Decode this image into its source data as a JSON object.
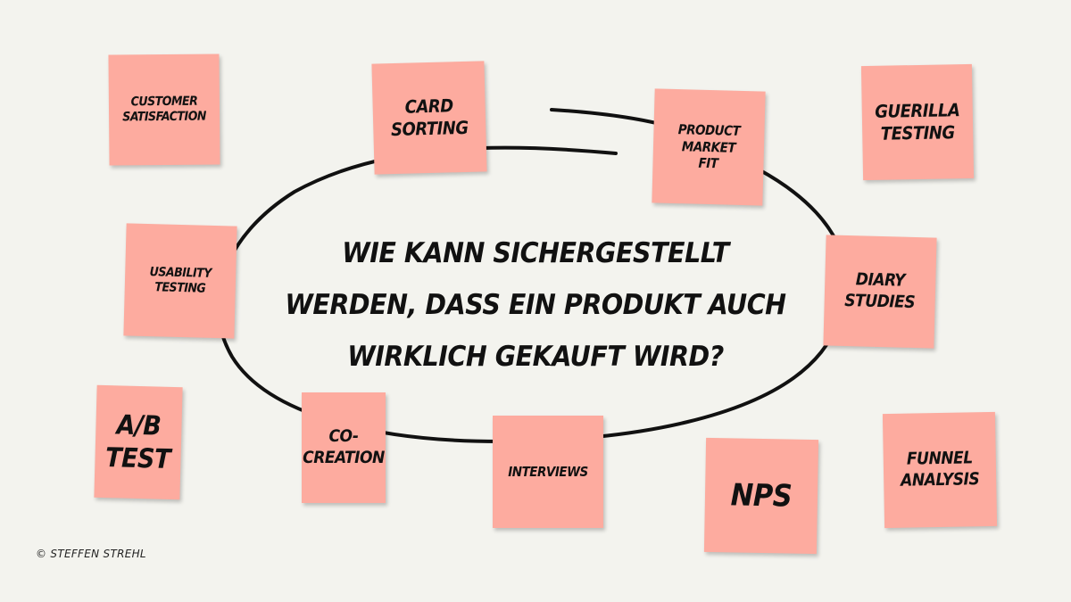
{
  "question": {
    "lines": [
      "WIE KANN SICHERGESTELLT",
      "WERDEN, DASS EIN PRODUKT AUCH",
      "WIRKLICH GEKAUFT WIRD?"
    ]
  },
  "notes": [
    {
      "id": "customer-satisfaction",
      "lines": [
        "CUSTOMER",
        "SATISFACTION"
      ]
    },
    {
      "id": "card-sorting",
      "lines": [
        "CARD",
        "SORTING"
      ]
    },
    {
      "id": "product-market-fit",
      "lines": [
        "PRODUCT",
        "MARKET",
        "FIT"
      ]
    },
    {
      "id": "guerilla-testing",
      "lines": [
        "GUERILLA",
        "TESTING"
      ]
    },
    {
      "id": "usability-testing",
      "lines": [
        "USABILITY",
        "TESTING"
      ]
    },
    {
      "id": "diary-studies",
      "lines": [
        "DIARY",
        "STUDIES"
      ]
    },
    {
      "id": "ab-test",
      "lines": [
        "A/B",
        "TEST"
      ]
    },
    {
      "id": "co-creation",
      "lines": [
        "CO-",
        "CREATION"
      ]
    },
    {
      "id": "interviews",
      "lines": [
        "INTERVIEWS"
      ]
    },
    {
      "id": "nps",
      "lines": [
        "NPS"
      ]
    },
    {
      "id": "funnel-analysis",
      "lines": [
        "FUNNEL",
        "ANALYSIS"
      ]
    }
  ],
  "footer": {
    "copyright": "© STEFFEN STREHL"
  },
  "colors": {
    "note": "#fdab9f",
    "background": "#f3f3ee",
    "ink": "#111111"
  }
}
